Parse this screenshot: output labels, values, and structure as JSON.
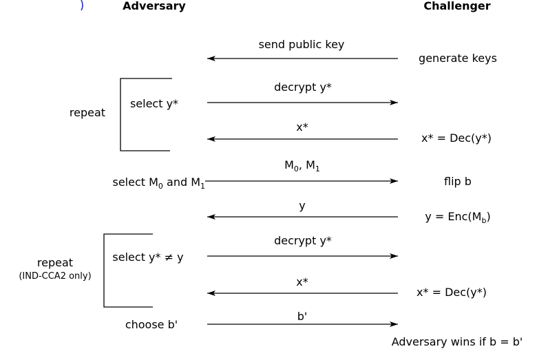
{
  "headers": {
    "adversary": "Adversary",
    "challenger": "Challenger"
  },
  "setup": {
    "message": "send public key",
    "challenger_action": "generate keys"
  },
  "phase1": {
    "repeat_label": "repeat",
    "adversary_action": "select y*",
    "query_message": "decrypt y*",
    "reply_message": "x*",
    "challenger_action": "x* = Dec(y*)"
  },
  "challenge": {
    "adversary_action": {
      "prefix": "select M",
      "sub0": "0",
      "middle": " and M",
      "sub1": "1"
    },
    "message": {
      "p1": "M",
      "s1": "0",
      "p2": ", M",
      "s2": "1"
    },
    "challenger_action": "flip b",
    "reply_message": "y",
    "challenger_reply": {
      "prefix": "y = Enc(M",
      "sub": "b",
      "suffix": ")"
    }
  },
  "phase2": {
    "repeat_label": "repeat",
    "repeat_note": "(IND-CCA2  only)",
    "adversary_action": "select y* ≠ y",
    "query_message": "decrypt y*",
    "reply_message": "x*",
    "challenger_action": "x* = Dec(y*)"
  },
  "guess": {
    "adversary_action": "choose b'",
    "message": "b'",
    "outcome": "Adversary wins if b = b'"
  }
}
